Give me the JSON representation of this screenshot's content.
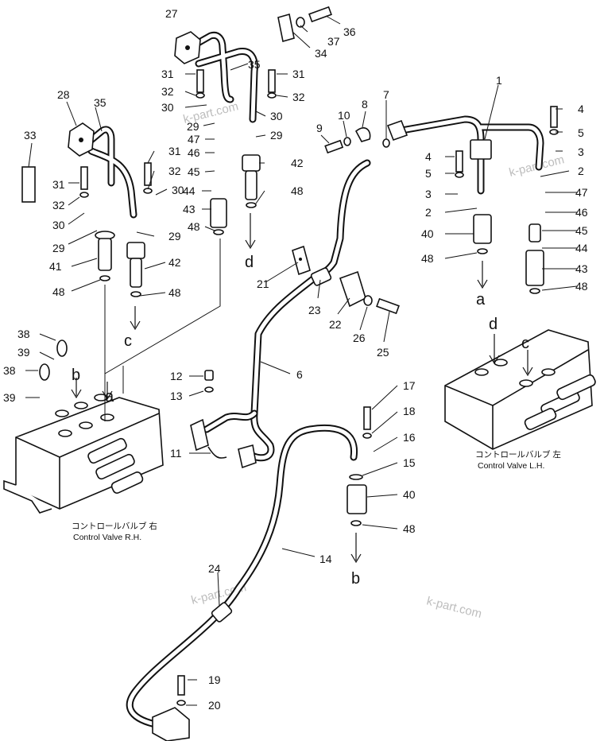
{
  "callouts": [
    {
      "id": "c1",
      "text": "1"
    },
    {
      "id": "c2a",
      "text": "2"
    },
    {
      "id": "c2b",
      "text": "2"
    },
    {
      "id": "c3a",
      "text": "3"
    },
    {
      "id": "c3b",
      "text": "3"
    },
    {
      "id": "c4a",
      "text": "4"
    },
    {
      "id": "c4b",
      "text": "4"
    },
    {
      "id": "c5a",
      "text": "5"
    },
    {
      "id": "c5b",
      "text": "5"
    },
    {
      "id": "c6",
      "text": "6"
    },
    {
      "id": "c8",
      "text": "8"
    },
    {
      "id": "c9",
      "text": "9"
    },
    {
      "id": "c10",
      "text": "10"
    },
    {
      "id": "c11",
      "text": "11"
    },
    {
      "id": "c12",
      "text": "12"
    },
    {
      "id": "c13",
      "text": "13"
    },
    {
      "id": "c14",
      "text": "14"
    },
    {
      "id": "c15",
      "text": "15"
    },
    {
      "id": "c16",
      "text": "16"
    },
    {
      "id": "c17",
      "text": "17"
    },
    {
      "id": "c18",
      "text": "18"
    },
    {
      "id": "c19",
      "text": "19"
    },
    {
      "id": "c20",
      "text": "20"
    },
    {
      "id": "c21",
      "text": "21"
    },
    {
      "id": "c22",
      "text": "22"
    },
    {
      "id": "c23",
      "text": "23"
    },
    {
      "id": "c24",
      "text": "24"
    },
    {
      "id": "c25",
      "text": "25"
    },
    {
      "id": "c26",
      "text": "26"
    },
    {
      "id": "c27",
      "text": "27"
    },
    {
      "id": "c28",
      "text": "28"
    },
    {
      "id": "c29a",
      "text": "29"
    },
    {
      "id": "c29b",
      "text": "29"
    },
    {
      "id": "c29c",
      "text": "29"
    },
    {
      "id": "c29d",
      "text": "29"
    },
    {
      "id": "c30a",
      "text": "30"
    },
    {
      "id": "c30b",
      "text": "30"
    },
    {
      "id": "c30c",
      "text": "30"
    },
    {
      "id": "c30d",
      "text": "30"
    },
    {
      "id": "c31a",
      "text": "31"
    },
    {
      "id": "c31b",
      "text": "31"
    },
    {
      "id": "c31c",
      "text": "31"
    },
    {
      "id": "c31d",
      "text": "31"
    },
    {
      "id": "c32a",
      "text": "32"
    },
    {
      "id": "c32b",
      "text": "32"
    },
    {
      "id": "c32c",
      "text": "32"
    },
    {
      "id": "c32d",
      "text": "32"
    },
    {
      "id": "c33",
      "text": "33"
    },
    {
      "id": "c34",
      "text": "34"
    },
    {
      "id": "c35a",
      "text": "35"
    },
    {
      "id": "c35b",
      "text": "35"
    },
    {
      "id": "c36",
      "text": "36"
    },
    {
      "id": "c37",
      "text": "37"
    },
    {
      "id": "c38a",
      "text": "38"
    },
    {
      "id": "c38b",
      "text": "38"
    },
    {
      "id": "c39a",
      "text": "39"
    },
    {
      "id": "c39b",
      "text": "39"
    },
    {
      "id": "c40a",
      "text": "40"
    },
    {
      "id": "c40b",
      "text": "40"
    },
    {
      "id": "c41",
      "text": "41"
    },
    {
      "id": "c42a",
      "text": "42"
    },
    {
      "id": "c42b",
      "text": "42"
    },
    {
      "id": "c43a",
      "text": "43"
    },
    {
      "id": "c43b",
      "text": "43"
    },
    {
      "id": "c44a",
      "text": "44"
    },
    {
      "id": "c44b",
      "text": "44"
    },
    {
      "id": "c45a",
      "text": "45"
    },
    {
      "id": "c45b",
      "text": "45"
    },
    {
      "id": "c46a",
      "text": "46"
    },
    {
      "id": "c46b",
      "text": "46"
    },
    {
      "id": "c47a",
      "text": "47"
    },
    {
      "id": "c47b",
      "text": "47"
    },
    {
      "id": "c48a",
      "text": "48"
    },
    {
      "id": "c48b",
      "text": "48"
    },
    {
      "id": "c48c",
      "text": "48"
    },
    {
      "id": "c48d",
      "text": "48"
    },
    {
      "id": "c48e",
      "text": "48"
    },
    {
      "id": "c48f",
      "text": "48"
    },
    {
      "id": "c48g",
      "text": "48"
    },
    {
      "id": "c48h",
      "text": "48"
    },
    {
      "id": "c7",
      "text": "7"
    }
  ],
  "connection_letters": [
    {
      "id": "la1",
      "text": "a"
    },
    {
      "id": "la2",
      "text": "a"
    },
    {
      "id": "lb1",
      "text": "b"
    },
    {
      "id": "lb2",
      "text": "b"
    },
    {
      "id": "lc1",
      "text": "c"
    },
    {
      "id": "lc2",
      "text": "c"
    },
    {
      "id": "ld1",
      "text": "d"
    },
    {
      "id": "ld2",
      "text": "d"
    }
  ],
  "captions": {
    "rh_jp": "コントロールバルブ 右",
    "rh_en": "Control Valve R.H.",
    "lh_jp": "コントロールバルブ 左",
    "lh_en": "Control Valve L.H."
  },
  "watermarks": [
    "k-part.com",
    "k-part.com",
    "k-part.com",
    "k-part.com"
  ]
}
